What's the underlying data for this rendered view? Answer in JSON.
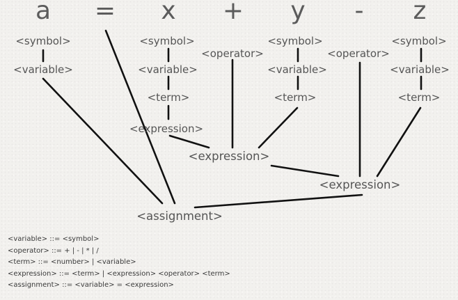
{
  "tokens": {
    "a": "a",
    "eq": "=",
    "x": "x",
    "plus": "+",
    "y": "y",
    "minus": "-",
    "z": "z"
  },
  "nodes": {
    "sym_a": "<symbol>",
    "var_a": "<variable>",
    "sym_x": "<symbol>",
    "var_x": "<variable>",
    "term_x": "<term>",
    "expr_x": "<expression>",
    "op_plus": "<operator>",
    "sym_y": "<symbol>",
    "var_y": "<variable>",
    "term_y": "<term>",
    "op_minus": "<operator>",
    "sym_z": "<symbol>",
    "var_z": "<variable>",
    "term_z": "<term>",
    "expr_xy": "<expression>",
    "expr_all": "<expression>",
    "assignment": "<assignment>"
  },
  "grammar": [
    "<variable> ::= <symbol>",
    "<operator> ::= + | - | * | /",
    "<term> ::= <number> | <variable>",
    "<expression> ::= <term> | <expression> <operator> <term>",
    "<assignment> ::= <variable> = <expression>"
  ]
}
